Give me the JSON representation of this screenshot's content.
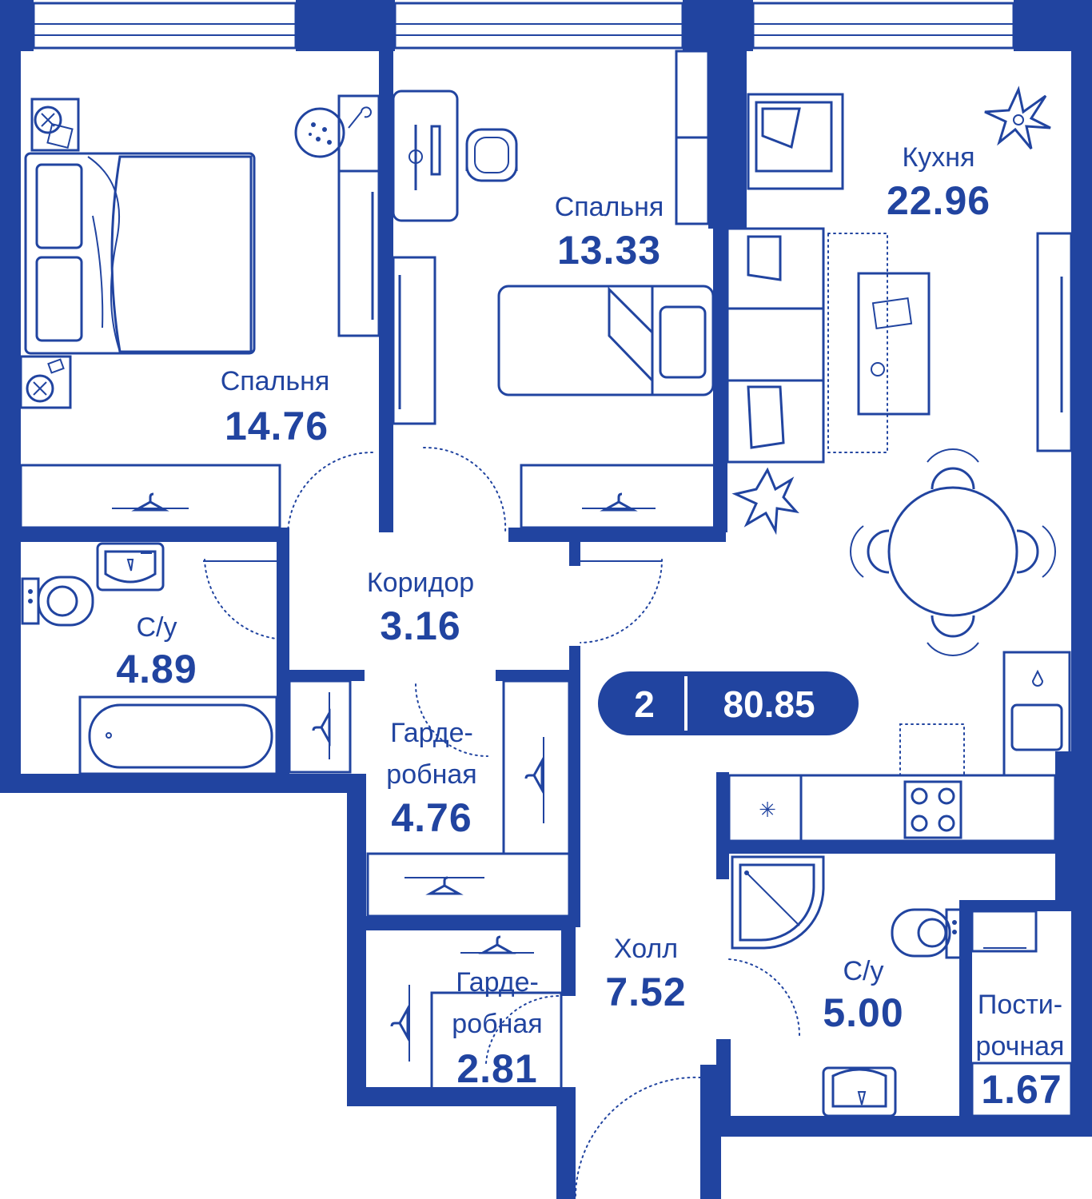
{
  "colors": {
    "accent": "#2144a0",
    "background": "#ffffff",
    "badge_text": "#ffffff"
  },
  "summary": {
    "rooms": "2",
    "total_area": "80.85"
  },
  "rooms": {
    "bedroom_1": {
      "name": "Спальня",
      "area": "14.76"
    },
    "bedroom_2": {
      "name": "Спальня",
      "area": "13.33"
    },
    "kitchen": {
      "name": "Кухня",
      "area": "22.96"
    },
    "corridor": {
      "name": "Коридор",
      "area": "3.16"
    },
    "bathroom_1": {
      "name": "С/у",
      "area": "4.89"
    },
    "wardrobe_1": {
      "name_line1": "Гарде-",
      "name_line2": "робная",
      "area": "4.76"
    },
    "hall": {
      "name": "Холл",
      "area": "7.52"
    },
    "wardrobe_2": {
      "name_line1": "Гарде-",
      "name_line2": "робная",
      "area": "2.81"
    },
    "bathroom_2": {
      "name": "С/у",
      "area": "5.00"
    },
    "laundry": {
      "name_line1": "Пости-",
      "name_line2": "рочная",
      "area": "1.67"
    }
  },
  "icons": [
    "window-icon",
    "bed-icon",
    "nightstand-icon",
    "armchair-icon",
    "desk-icon",
    "office-chair-icon",
    "sofa-icon",
    "coffee-table-icon",
    "dining-table-icon",
    "plant-icon",
    "toilet-icon",
    "sink-icon",
    "bathtub-icon",
    "shower-icon",
    "stove-icon",
    "wardrobe-icon",
    "hanger-icon",
    "washing-machine-icon"
  ]
}
